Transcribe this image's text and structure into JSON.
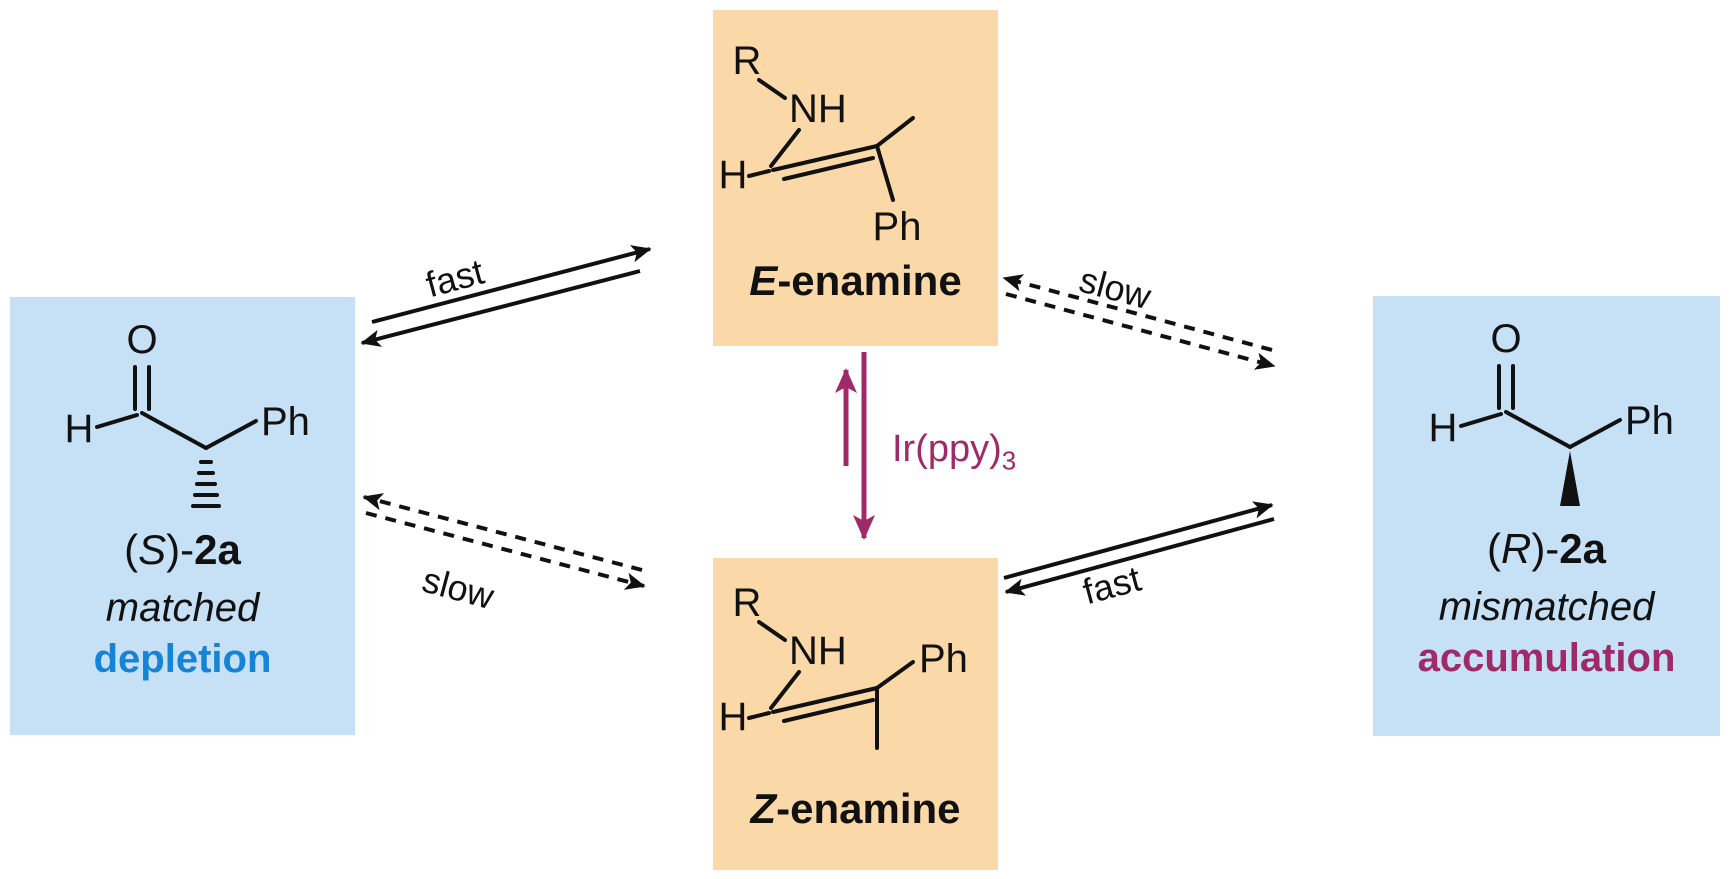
{
  "colors": {
    "box_blue": "#c6e0f5",
    "box_orange": "#fad8a8",
    "depletion_blue": "#1583d6",
    "accumulation_magenta": "#a02a68",
    "arrow_magenta": "#a02a68",
    "line_black": "#111111"
  },
  "left_box": {
    "atoms": {
      "O": "O",
      "H": "H",
      "Ph": "Ph"
    },
    "label": {
      "open": "(",
      "letter": "S",
      "close": ")-",
      "id": "2a"
    },
    "line1": "matched",
    "line2": "depletion"
  },
  "right_box": {
    "atoms": {
      "O": "O",
      "H": "H",
      "Ph": "Ph"
    },
    "label": {
      "open": "(",
      "letter": "R",
      "close": ")-",
      "id": "2a"
    },
    "line1": "mismatched",
    "line2": "accumulation"
  },
  "top_box": {
    "atoms": {
      "R": "R",
      "NH": "NH",
      "H": "H",
      "Ph": "Ph"
    },
    "label": {
      "prefix": "E",
      "rest": "-enamine"
    }
  },
  "bottom_box": {
    "atoms": {
      "R": "R",
      "NH": "NH",
      "H": "H",
      "Ph": "Ph"
    },
    "label": {
      "prefix": "Z",
      "rest": "-enamine"
    }
  },
  "arrows": {
    "top_left": "fast",
    "top_right": "slow",
    "bottom_left": "slow",
    "bottom_right": "fast",
    "center": {
      "label": "Ir(ppy)",
      "sub": "3"
    }
  }
}
